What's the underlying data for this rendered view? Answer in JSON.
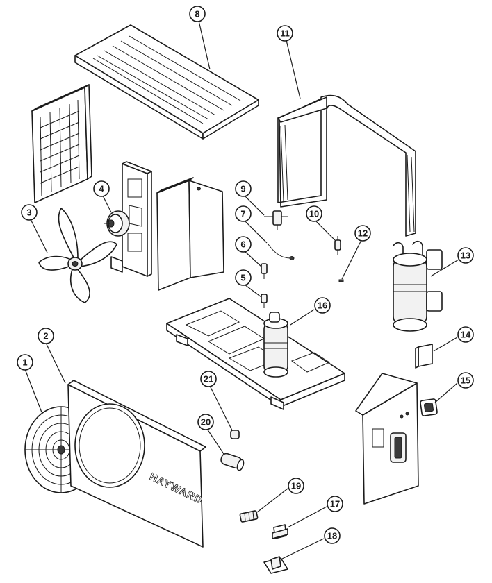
{
  "diagram": {
    "brand_label": "HAYWARD",
    "callouts": [
      {
        "id": "1",
        "label": "1"
      },
      {
        "id": "2",
        "label": "2"
      },
      {
        "id": "3",
        "label": "3"
      },
      {
        "id": "4",
        "label": "4"
      },
      {
        "id": "5",
        "label": "5"
      },
      {
        "id": "6",
        "label": "6"
      },
      {
        "id": "7",
        "label": "7"
      },
      {
        "id": "8",
        "label": "8"
      },
      {
        "id": "9",
        "label": "9"
      },
      {
        "id": "10",
        "label": "10"
      },
      {
        "id": "11",
        "label": "11"
      },
      {
        "id": "12",
        "label": "12"
      },
      {
        "id": "13",
        "label": "13"
      },
      {
        "id": "14",
        "label": "14"
      },
      {
        "id": "15",
        "label": "15"
      },
      {
        "id": "16",
        "label": "16"
      },
      {
        "id": "17",
        "label": "17"
      },
      {
        "id": "18",
        "label": "18"
      },
      {
        "id": "19",
        "label": "19"
      },
      {
        "id": "20",
        "label": "20"
      },
      {
        "id": "21",
        "label": "21"
      }
    ]
  }
}
